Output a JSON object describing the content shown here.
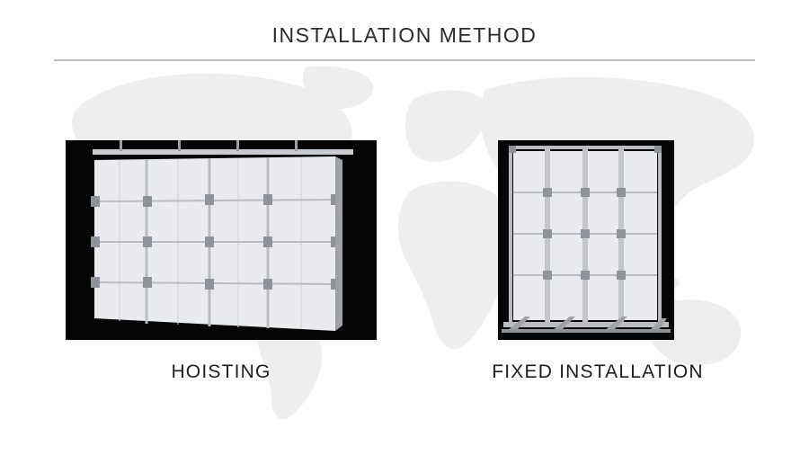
{
  "title": "INSTALLATION METHOD",
  "methods": [
    {
      "label": "HOISTING",
      "icon": "hoisting-frame-icon"
    },
    {
      "label": "FIXED INSTALLATION",
      "icon": "fixed-stand-icon"
    }
  ],
  "colors": {
    "background": "#ffffff",
    "map": "#eeeeee",
    "panel_bg": "#050505",
    "module": "#e9ebee",
    "frame": "#b9bdc2",
    "text": "#222222",
    "divider": "#bdbdbd"
  }
}
